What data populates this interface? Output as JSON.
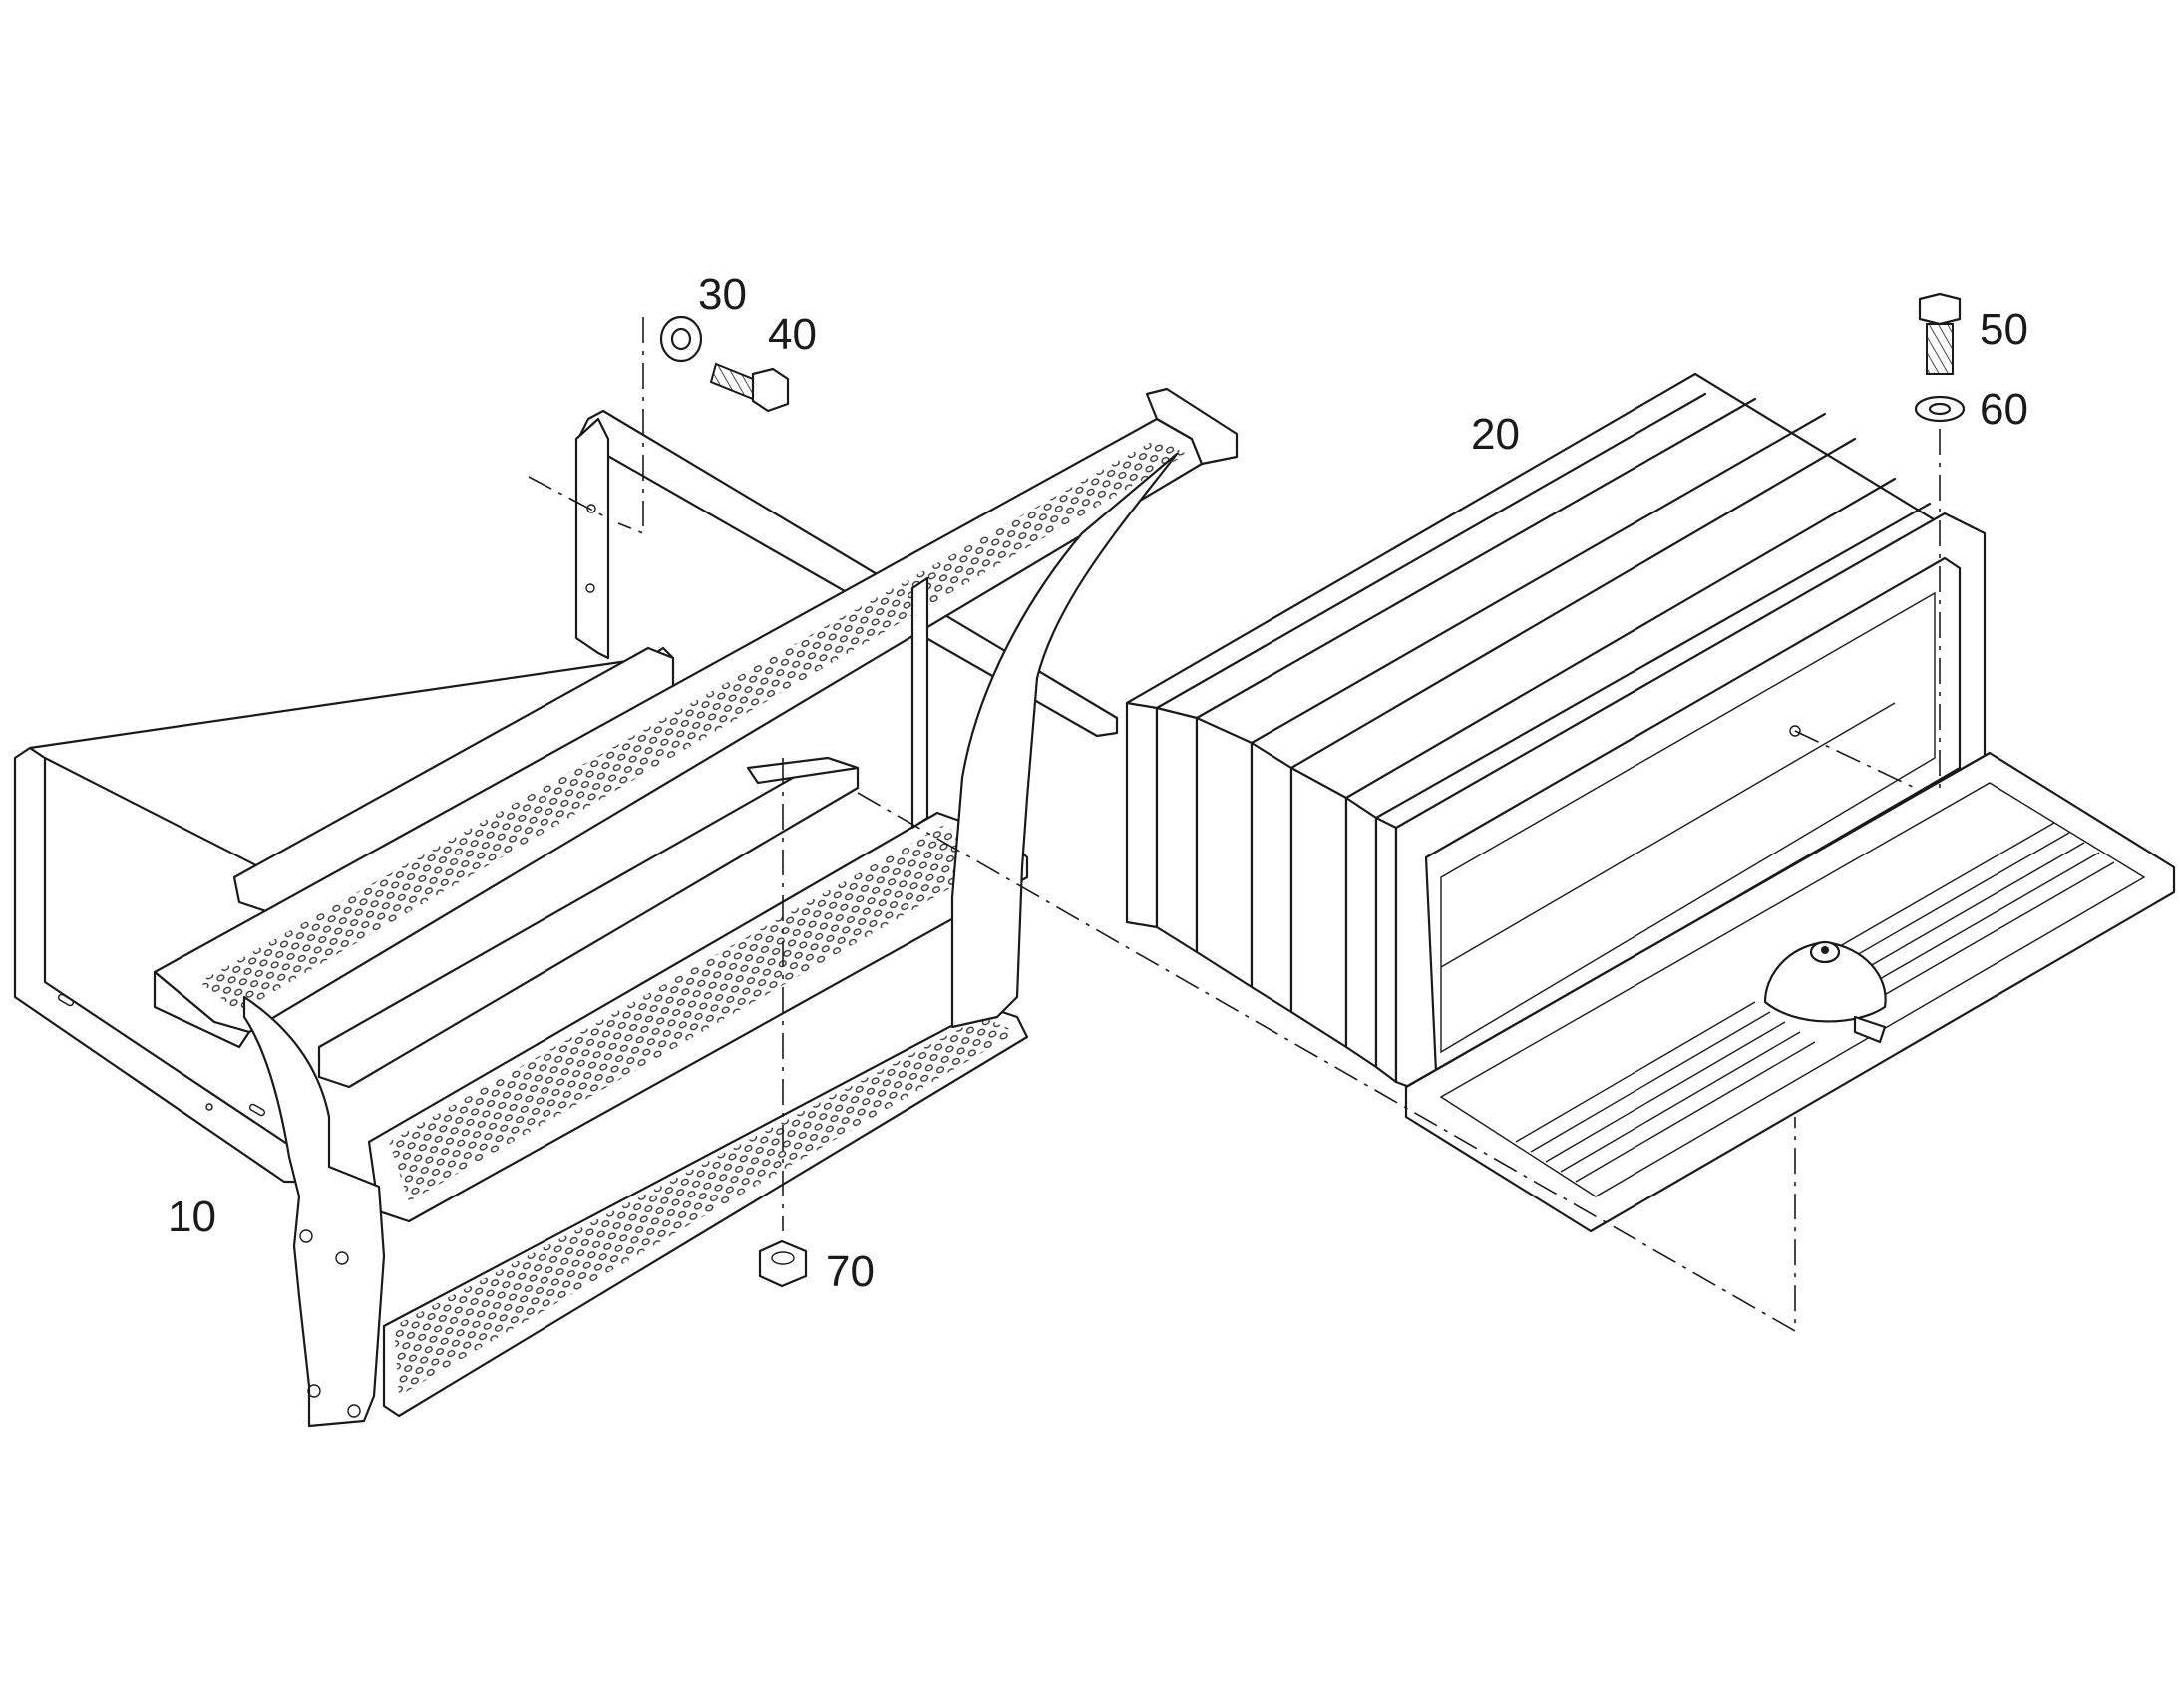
{
  "callouts": {
    "c10": "10",
    "c20": "20",
    "c30": "30",
    "c40": "40",
    "c50": "50",
    "c60": "60",
    "c70": "70"
  },
  "colors": {
    "line": "#1a1a1a",
    "background": "#ffffff",
    "perforation": "#333333"
  }
}
